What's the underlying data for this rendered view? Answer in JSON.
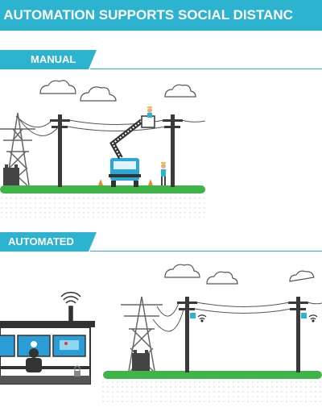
{
  "header": {
    "title": "D AUTOMATION SUPPORTS SOCIAL DISTANC"
  },
  "sections": {
    "manual": {
      "label": "MANUAL"
    },
    "automated": {
      "label": "AUTOMATED"
    }
  },
  "colors": {
    "accent": "#2bb3cf",
    "grass": "#3fb549",
    "pole": "#3a3a3a",
    "truck": "#2aa7d6",
    "worker_shirt": "#2bb3cf",
    "hard_hat": "#f2c230",
    "transformer": "#444444",
    "screen": "#2a9dd6"
  },
  "icons": {
    "cloud": "cloud-icon",
    "wifi": "wifi-icon",
    "antenna": "antenna-icon",
    "padlock": "padlock-icon"
  }
}
